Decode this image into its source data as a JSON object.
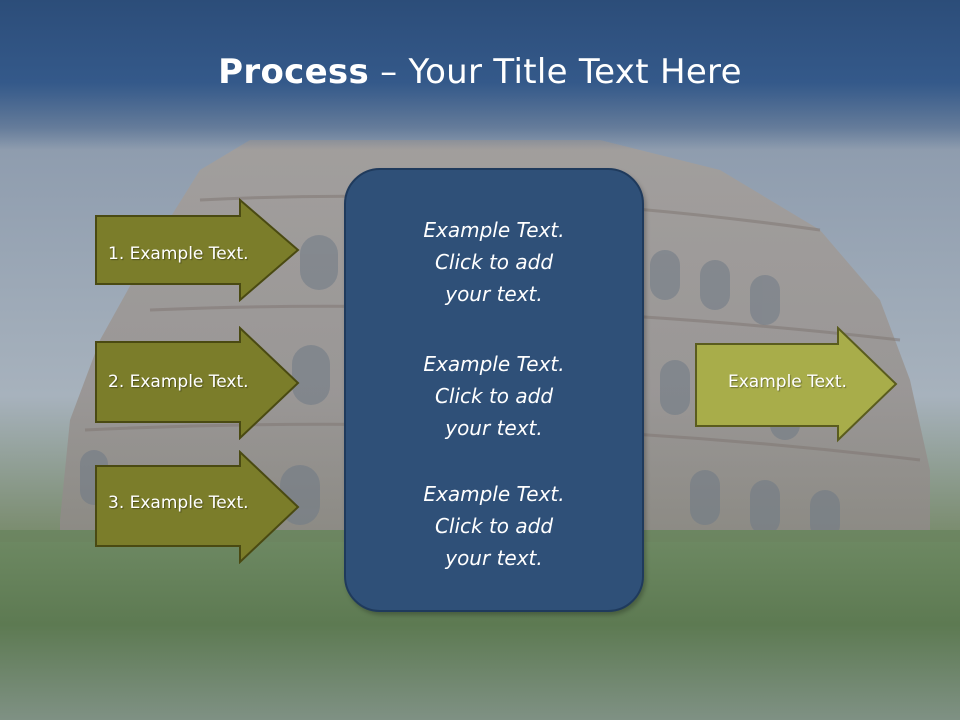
{
  "title": {
    "bold": "Process",
    "rest": " – Your Title Text Here"
  },
  "left_steps": [
    {
      "label": "1. Example Text."
    },
    {
      "label": "2. Example Text."
    },
    {
      "label": "3. Example Text."
    }
  ],
  "center_blocks": [
    {
      "line1": "Example Text.",
      "line2": "Click  to add",
      "line3": "your text."
    },
    {
      "line1": "Example Text.",
      "line2": "Click  to add",
      "line3": "your text."
    },
    {
      "line1": "Example Text.",
      "line2": "Click  to add",
      "line3": "your text."
    }
  ],
  "result": {
    "label": "Example Text."
  },
  "colors": {
    "title_band": "#2c4d79",
    "arrow_fill_dark": "#7b7d2a",
    "arrow_fill_light": "#a8ad4a",
    "center_box": "#2f5078"
  }
}
